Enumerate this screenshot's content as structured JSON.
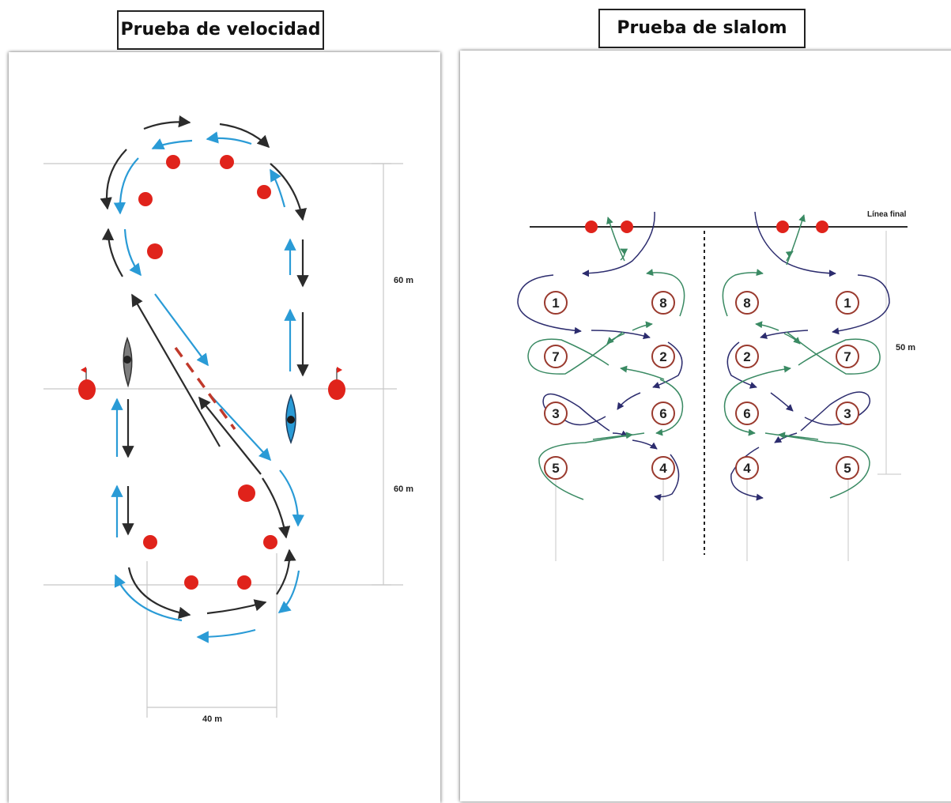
{
  "speed_test": {
    "title": "Prueba de velocidad",
    "dim_top": "60 m",
    "dim_bottom": "60 m",
    "dim_width": "40 m"
  },
  "slalom_test": {
    "title": "Prueba de slalom",
    "finish_line": "Línea final",
    "dim_height": "50 m",
    "left_grid": [
      [
        "1",
        "8"
      ],
      [
        "7",
        "2"
      ],
      [
        "3",
        "6"
      ],
      [
        "5",
        "4"
      ]
    ],
    "right_grid": [
      [
        "8",
        "1"
      ],
      [
        "2",
        "7"
      ],
      [
        "6",
        "3"
      ],
      [
        "4",
        "5"
      ]
    ]
  },
  "colors": {
    "buoy": "#e0231b",
    "blue_path": "#2a9bd6",
    "black_path": "#2b2b2b",
    "green_path": "#3a8a63",
    "navy_path": "#2c2c6e",
    "number_ring": "#9a3a2e"
  }
}
